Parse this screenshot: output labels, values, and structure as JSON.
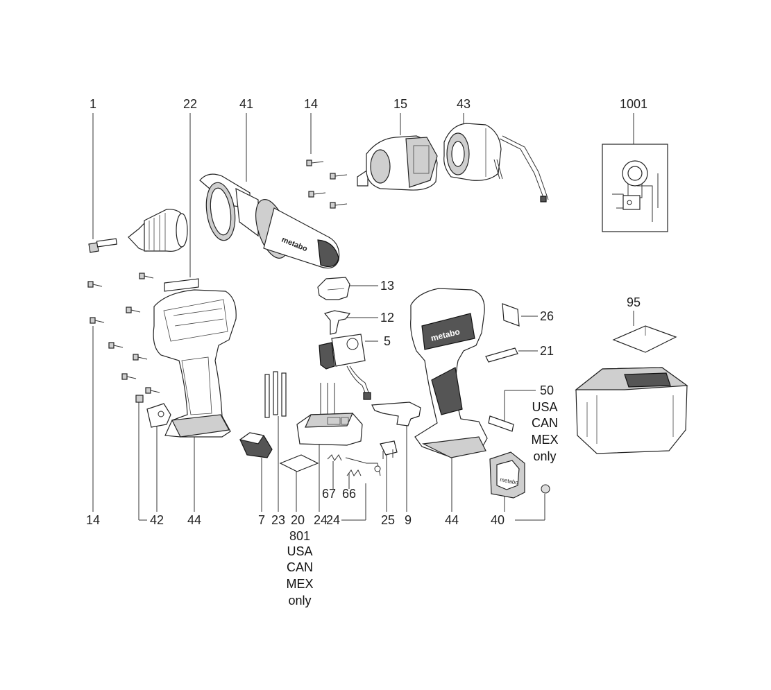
{
  "labels": {
    "l1": "1",
    "l22": "22",
    "l41": "41",
    "l14top": "14",
    "l15": "15",
    "l43": "43",
    "l1001": "1001",
    "l13": "13",
    "l12": "12",
    "l5": "5",
    "l26": "26",
    "l21": "21",
    "l50": "50",
    "l95": "95",
    "l14bot": "14",
    "l42": "42",
    "l44a": "44",
    "l7": "7",
    "l23": "23",
    "l20": "20",
    "l24a": "24",
    "l67": "67",
    "l66": "66",
    "l24b": "24",
    "l25": "25",
    "l9": "9",
    "l44b": "44",
    "l40": "40",
    "l801": "801"
  },
  "notes": {
    "note50": [
      "USA",
      "CAN",
      "MEX",
      "only"
    ],
    "note801": [
      "USA",
      "CAN",
      "MEX",
      "only"
    ]
  },
  "brand": {
    "handle_logo": "metabo",
    "housing_logo": "metabo",
    "clip_logo": "metabo"
  }
}
